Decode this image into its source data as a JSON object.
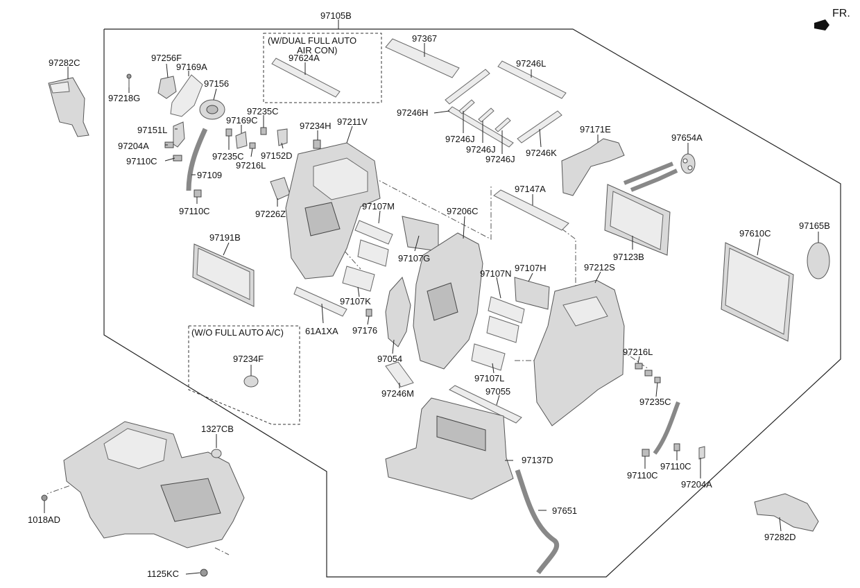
{
  "orientation_label": "FR.",
  "group_notes": {
    "dual_full_auto": "(W/DUAL FULL AUTO\n      AIR CON)",
    "wo_full_auto": "(W/O FULL AUTO A/C)"
  },
  "labels": [
    {
      "id": "97105B",
      "text": "97105B"
    },
    {
      "id": "97282C",
      "text": "97282C"
    },
    {
      "id": "97256F",
      "text": "97256F"
    },
    {
      "id": "97169A",
      "text": "97169A"
    },
    {
      "id": "97218G",
      "text": "97218G"
    },
    {
      "id": "97156",
      "text": "97156"
    },
    {
      "id": "97235C_a",
      "text": "97235C"
    },
    {
      "id": "97169C",
      "text": "97169C"
    },
    {
      "id": "97151L",
      "text": "97151L"
    },
    {
      "id": "97204A_a",
      "text": "97204A"
    },
    {
      "id": "97110C_a",
      "text": "97110C"
    },
    {
      "id": "97235C_b",
      "text": "97235C"
    },
    {
      "id": "97216L_a",
      "text": "97216L"
    },
    {
      "id": "97152D",
      "text": "97152D"
    },
    {
      "id": "97109",
      "text": "97109"
    },
    {
      "id": "97110C_b",
      "text": "97110C"
    },
    {
      "id": "97226Z",
      "text": "97226Z"
    },
    {
      "id": "97234H",
      "text": "97234H"
    },
    {
      "id": "97211V",
      "text": "97211V"
    },
    {
      "id": "97624A",
      "text": "97624A"
    },
    {
      "id": "97367",
      "text": "97367"
    },
    {
      "id": "97246L",
      "text": "97246L"
    },
    {
      "id": "97246H",
      "text": "97246H"
    },
    {
      "id": "97246J_a",
      "text": "97246J"
    },
    {
      "id": "97246J_b",
      "text": "97246J"
    },
    {
      "id": "97246J_c",
      "text": "97246J"
    },
    {
      "id": "97246K",
      "text": "97246K"
    },
    {
      "id": "97171E",
      "text": "97171E"
    },
    {
      "id": "97654A",
      "text": "97654A"
    },
    {
      "id": "97147A",
      "text": "97147A"
    },
    {
      "id": "97107M",
      "text": "97107M"
    },
    {
      "id": "97206C",
      "text": "97206C"
    },
    {
      "id": "97107G",
      "text": "97107G"
    },
    {
      "id": "97191B",
      "text": "97191B"
    },
    {
      "id": "97123B",
      "text": "97123B"
    },
    {
      "id": "97610C",
      "text": "97610C"
    },
    {
      "id": "97165B",
      "text": "97165B"
    },
    {
      "id": "97212S",
      "text": "97212S"
    },
    {
      "id": "97107N",
      "text": "97107N"
    },
    {
      "id": "97107H",
      "text": "97107H"
    },
    {
      "id": "97107K",
      "text": "97107K"
    },
    {
      "id": "61A1XA",
      "text": "61A1XA"
    },
    {
      "id": "97176",
      "text": "97176"
    },
    {
      "id": "97054",
      "text": "97054"
    },
    {
      "id": "97234F",
      "text": "97234F"
    },
    {
      "id": "97246M",
      "text": "97246M"
    },
    {
      "id": "97107L",
      "text": "97107L"
    },
    {
      "id": "97055",
      "text": "97055"
    },
    {
      "id": "97216L_b",
      "text": "97216L"
    },
    {
      "id": "97235C_c",
      "text": "97235C"
    },
    {
      "id": "97137D",
      "text": "97137D"
    },
    {
      "id": "97110C_c",
      "text": "97110C"
    },
    {
      "id": "97110C_d",
      "text": "97110C"
    },
    {
      "id": "97204A_b",
      "text": "97204A"
    },
    {
      "id": "97651",
      "text": "97651"
    },
    {
      "id": "97282D",
      "text": "97282D"
    },
    {
      "id": "1327CB",
      "text": "1327CB"
    },
    {
      "id": "1018AD",
      "text": "1018AD"
    },
    {
      "id": "1125KC",
      "text": "1125KC"
    }
  ]
}
